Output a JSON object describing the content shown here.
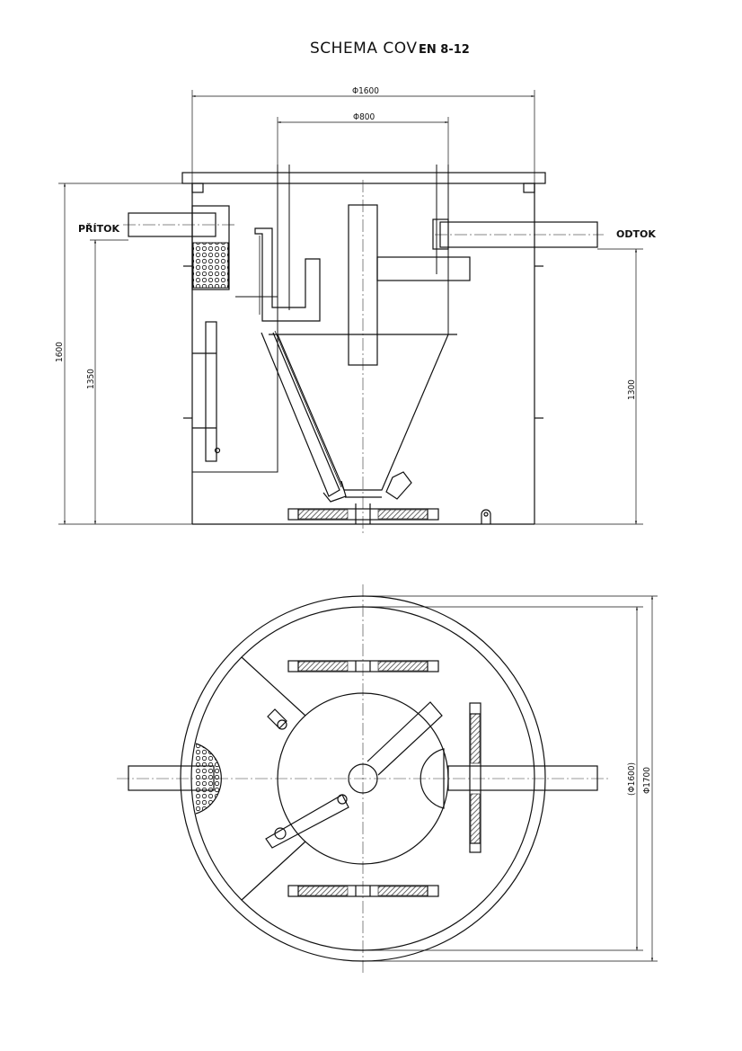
{
  "title": {
    "main": "SCHEMA COV",
    "model": "EN 8-12"
  },
  "labels": {
    "inlet": "PŘÍTOK",
    "outlet": "ODTOK"
  },
  "dimensions": {
    "outer_diameter_top": "Φ1600",
    "inner_diameter_top": "Φ800",
    "total_height": "1600",
    "inlet_height": "1350",
    "outlet_height": "1300",
    "inner_diameter_plan": "(Φ1600)",
    "outer_diameter_plan": "Φ1700"
  },
  "colors": {
    "line": "#111111",
    "centerline": "#333333",
    "hatch": "#555555"
  }
}
